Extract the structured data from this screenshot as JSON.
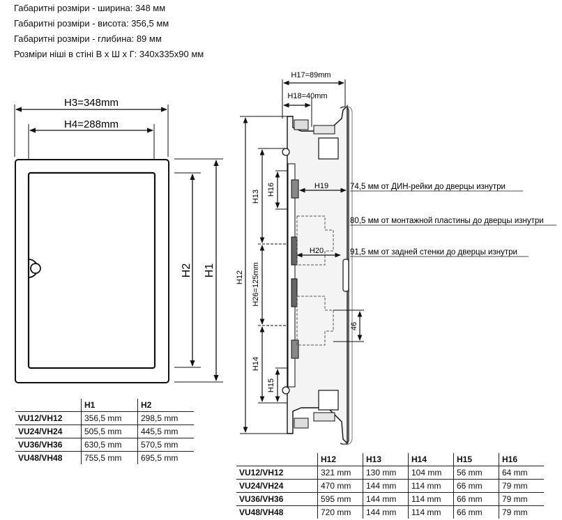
{
  "specs": [
    "Габаритні розміри - ширина: 348 мм",
    "Габаритні розміри - висота: 356,5 мм",
    "Габаритні розміри - глибина: 89 мм",
    "Розміри ніші в стіні В х Ш х Г: 340x335x90 мм"
  ],
  "front": {
    "h3": "H3=348mm",
    "h4": "H4=288mm",
    "h2": "H2",
    "h1": "H1"
  },
  "side": {
    "h17": "H17=89mm",
    "h18": "H18=40mm",
    "h13": "H13",
    "h16": "H16",
    "h12": "H12",
    "h26": "H26=125mm",
    "h14": "H14",
    "h15": "H15",
    "h19": "H19",
    "h20": "H20",
    "dim46": "46",
    "note1": "74,5 мм от ДИН-рейки до дверцы изнутри",
    "note2": "80,5 мм от монтажной пластины до дверцы изнутри",
    "note3": "91,5 мм от задней стенки до дверцы изнутри"
  },
  "table1": {
    "headers": [
      "",
      "H1",
      "H2"
    ],
    "rows": [
      [
        "VU12/VH12",
        "356,5 mm",
        "298,5 mm"
      ],
      [
        "VU24/VH24",
        "505,5 mm",
        "445,5 mm"
      ],
      [
        "VU36/VH36",
        "630,5 mm",
        "570,5 mm"
      ],
      [
        "VU48/VH48",
        "755,5 mm",
        "695,5 mm"
      ]
    ]
  },
  "table2": {
    "headers": [
      "",
      "H12",
      "H13",
      "H14",
      "H15",
      "H16"
    ],
    "rows": [
      [
        "VU12/VH12",
        "321 mm",
        "130 mm",
        "104 mm",
        "56 mm",
        "64 mm"
      ],
      [
        "VU24/VH24",
        "470 mm",
        "144 mm",
        "114 mm",
        "66 mm",
        "79 mm"
      ],
      [
        "VU36/VH36",
        "595 mm",
        "144 mm",
        "114 mm",
        "66 mm",
        "79 mm"
      ],
      [
        "VU48/VH48",
        "720 mm",
        "144 mm",
        "114 mm",
        "66 mm",
        "79 mm"
      ]
    ]
  }
}
